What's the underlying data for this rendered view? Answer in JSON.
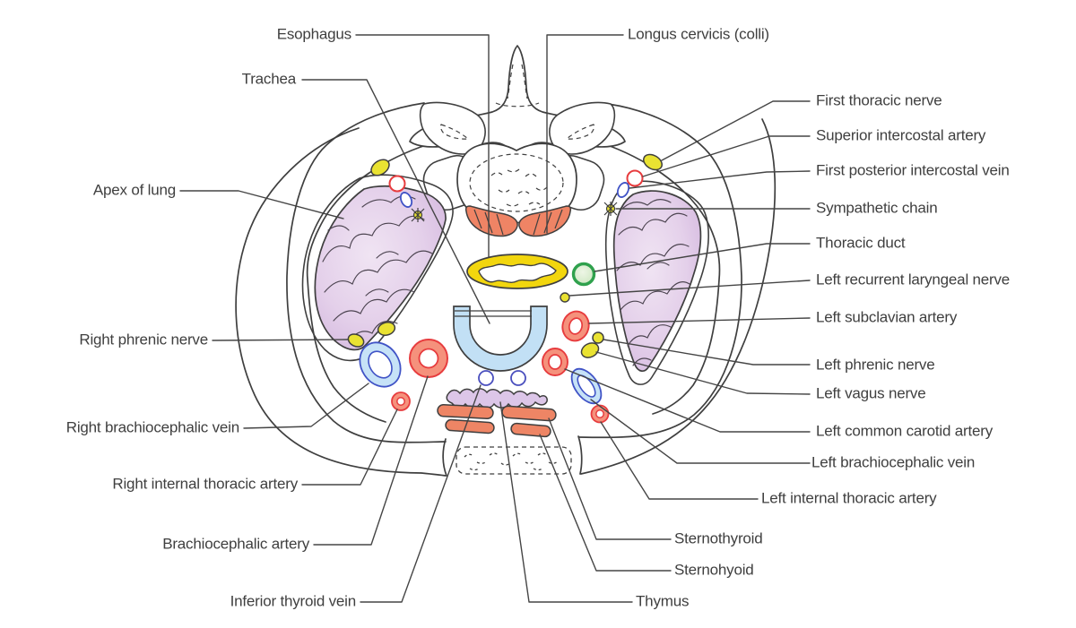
{
  "diagram": {
    "subject": "Cross section of thorax at the thoracic inlet (superior thoracic aperture)",
    "labels": {
      "esophagus": "Esophagus",
      "trachea": "Trachea",
      "apex_of_lung": "Apex of lung",
      "right_phrenic_nerve": "Right phrenic nerve",
      "right_brachiocephalic_vein": "Right brachiocephalic vein",
      "right_internal_thoracic_artery": "Right internal thoracic artery",
      "brachiocephalic_artery": "Brachiocephalic artery",
      "inferior_thyroid_vein": "Inferior thyroid vein",
      "longus_cervicis": "Longus cervicis (colli)",
      "first_thoracic_nerve": "First thoracic nerve",
      "superior_intercostal_artery": "Superior intercostal artery",
      "first_posterior_intercostal_vein": "First posterior intercostal vein",
      "sympathetic_chain": "Sympathetic chain",
      "thoracic_duct": "Thoracic duct",
      "left_recurrent_laryngeal_nerve": "Left recurrent laryngeal nerve",
      "left_subclavian_artery": "Left subclavian artery",
      "left_phrenic_nerve": "Left phrenic nerve",
      "left_vagus_nerve": "Left vagus nerve",
      "left_common_carotid_artery": "Left common carotid artery",
      "left_brachiocephalic_vein": "Left brachiocephalic vein",
      "left_internal_thoracic_artery": "Left internal thoracic artery",
      "sternothyroid": "Sternothyroid",
      "sternohyoid": "Sternohyoid",
      "thymus": "Thymus"
    },
    "colors": {
      "outline": "#3f3f3f",
      "leader_line": "#454545",
      "lung_fill": "#e4d0ea",
      "lung_fill_dark": "#d5badf",
      "esophagus_yellow": "#f2d60e",
      "nerve_yellow": "#e9e232",
      "muscle_salmon": "#ef8465",
      "thymus_purple": "#dcc6e8",
      "trachea_blue": "#c2e0f5",
      "vein_blue_stroke": "#4053c6",
      "vein_blue_fill": "#c6e2f7",
      "artery_red_stroke": "#e73c3e",
      "artery_ring_fill": "#f5917c",
      "thoracic_duct_green": "#2fa14d",
      "thoracic_duct_fill": "#d6eacc",
      "label_text": "#3f3f3f"
    }
  }
}
